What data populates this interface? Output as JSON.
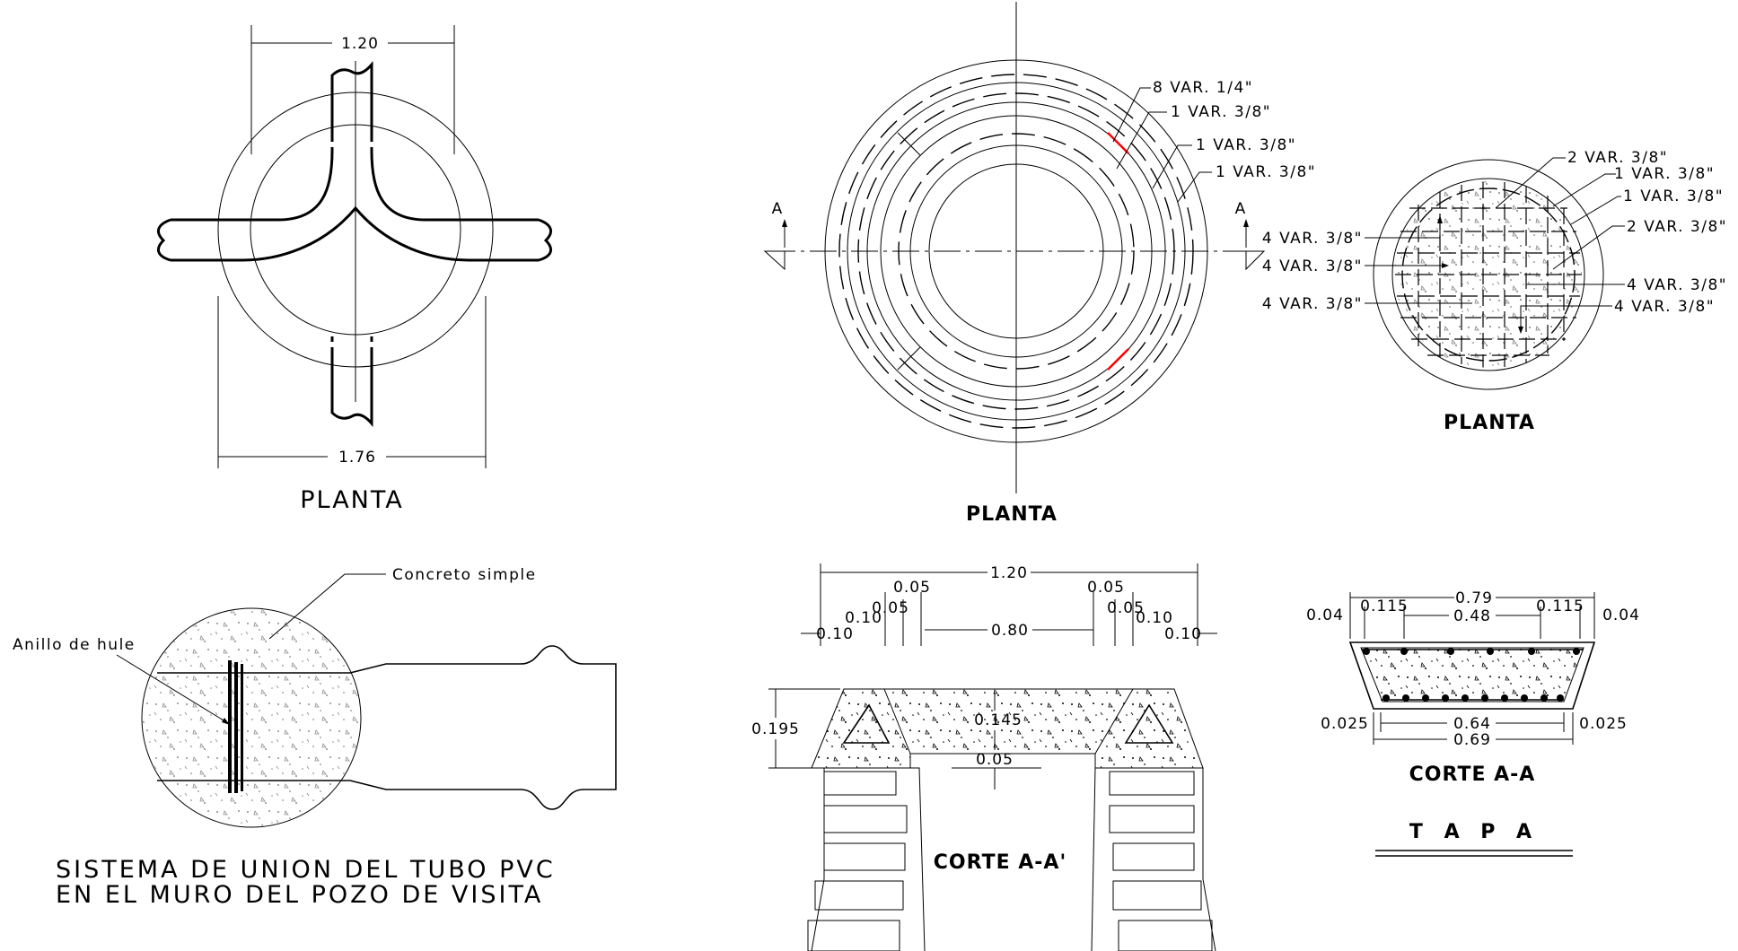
{
  "drawing_1": {
    "dim_top": "1.20",
    "dim_bottom": "1.76",
    "title": "PLANTA"
  },
  "drawing_2": {
    "callouts": [
      "8 VAR. 1/4\"",
      "1 VAR. 3/8\"",
      "1 VAR. 3/8\"",
      "1 VAR. 3/8\""
    ],
    "section_mark_left": "A",
    "section_mark_right": "A",
    "title": "PLANTA"
  },
  "drawing_3": {
    "callouts_right": [
      "2 VAR. 3/8\"",
      "1 VAR. 3/8\"",
      "1 VAR. 3/8\"",
      "2 VAR. 3/8\"",
      "4 VAR. 3/8\"",
      "4 VAR. 3/8\""
    ],
    "callouts_left": [
      "4 VAR. 3/8\"",
      "4 VAR. 3/8\"",
      "4 VAR. 3/8\""
    ],
    "title": "PLANTA"
  },
  "drawing_4": {
    "label_concrete": "Concreto simple",
    "label_ring": "Anillo de hule",
    "caption_line1": "SISTEMA DE UNION DEL TUBO PVC",
    "caption_line2": "EN EL MURO DEL POZO DE VISITA"
  },
  "drawing_5": {
    "dim_overall": "1.20",
    "dim_005_left": "0.05",
    "dim_005_right": "0.05",
    "dim_005b_left": "0.05",
    "dim_005b_right": "0.05",
    "dim_010_a": "0.10",
    "dim_010_b": "0.10",
    "dim_010_c": "0.10",
    "dim_010_d": "0.10",
    "dim_080": "0.80",
    "dim_0195": "0.195",
    "dim_0145": "0.145",
    "dim_005_bottom": "0.05",
    "title": "CORTE A-A'"
  },
  "drawing_6": {
    "dim_079": "0.79",
    "dim_004_left": "0.04",
    "dim_004_right": "0.04",
    "dim_0115_left": "0.115",
    "dim_0115_right": "0.115",
    "dim_048": "0.48",
    "dim_0025_left": "0.025",
    "dim_0025_right": "0.025",
    "dim_064": "0.64",
    "dim_069": "0.69",
    "title": "CORTE A-A",
    "subtitle": "T A P A"
  }
}
